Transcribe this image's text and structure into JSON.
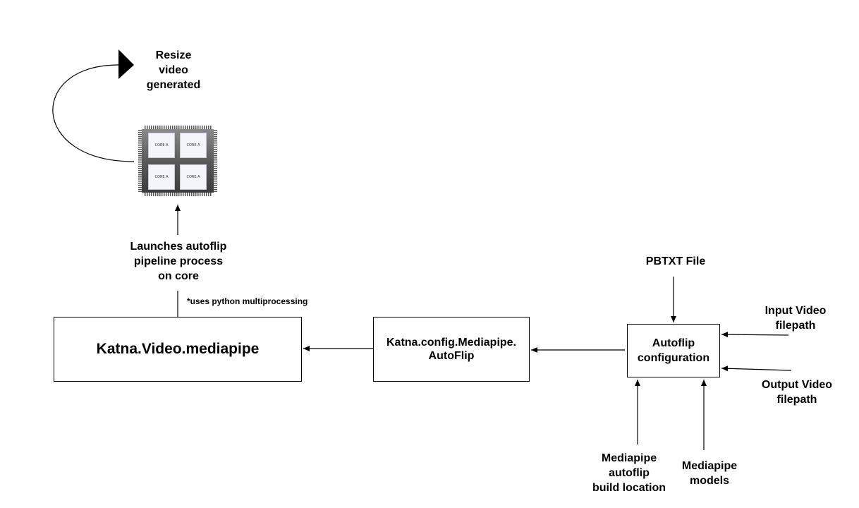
{
  "diagram": {
    "resize_label": "Resize\nvideo\ngenerated",
    "launch_label": "Launches autoflip\npipeline process\non core",
    "multiproc_note": "*uses python multiprocessing",
    "katna_video_box": "Katna.Video.mediapipe",
    "katna_config_box": "Katna.config.Mediapipe.\nAutoFlip",
    "autoflip_config_box": "Autoflip\nconfiguration",
    "pbtxt_label": "PBTXT File",
    "input_video_label": "Input Video\nfilepath",
    "output_video_label": "Output Video\nfilepath",
    "build_location_label": "Mediapipe\nautoflip\nbuild location",
    "models_label": "Mediapipe\nmodels",
    "core_labels": [
      "CORE A",
      "CORE A",
      "CORE A",
      "CORE A"
    ],
    "icons": {
      "processor": "cpu-chip-icon",
      "loop_arrow": "curved-arrow-icon"
    }
  }
}
